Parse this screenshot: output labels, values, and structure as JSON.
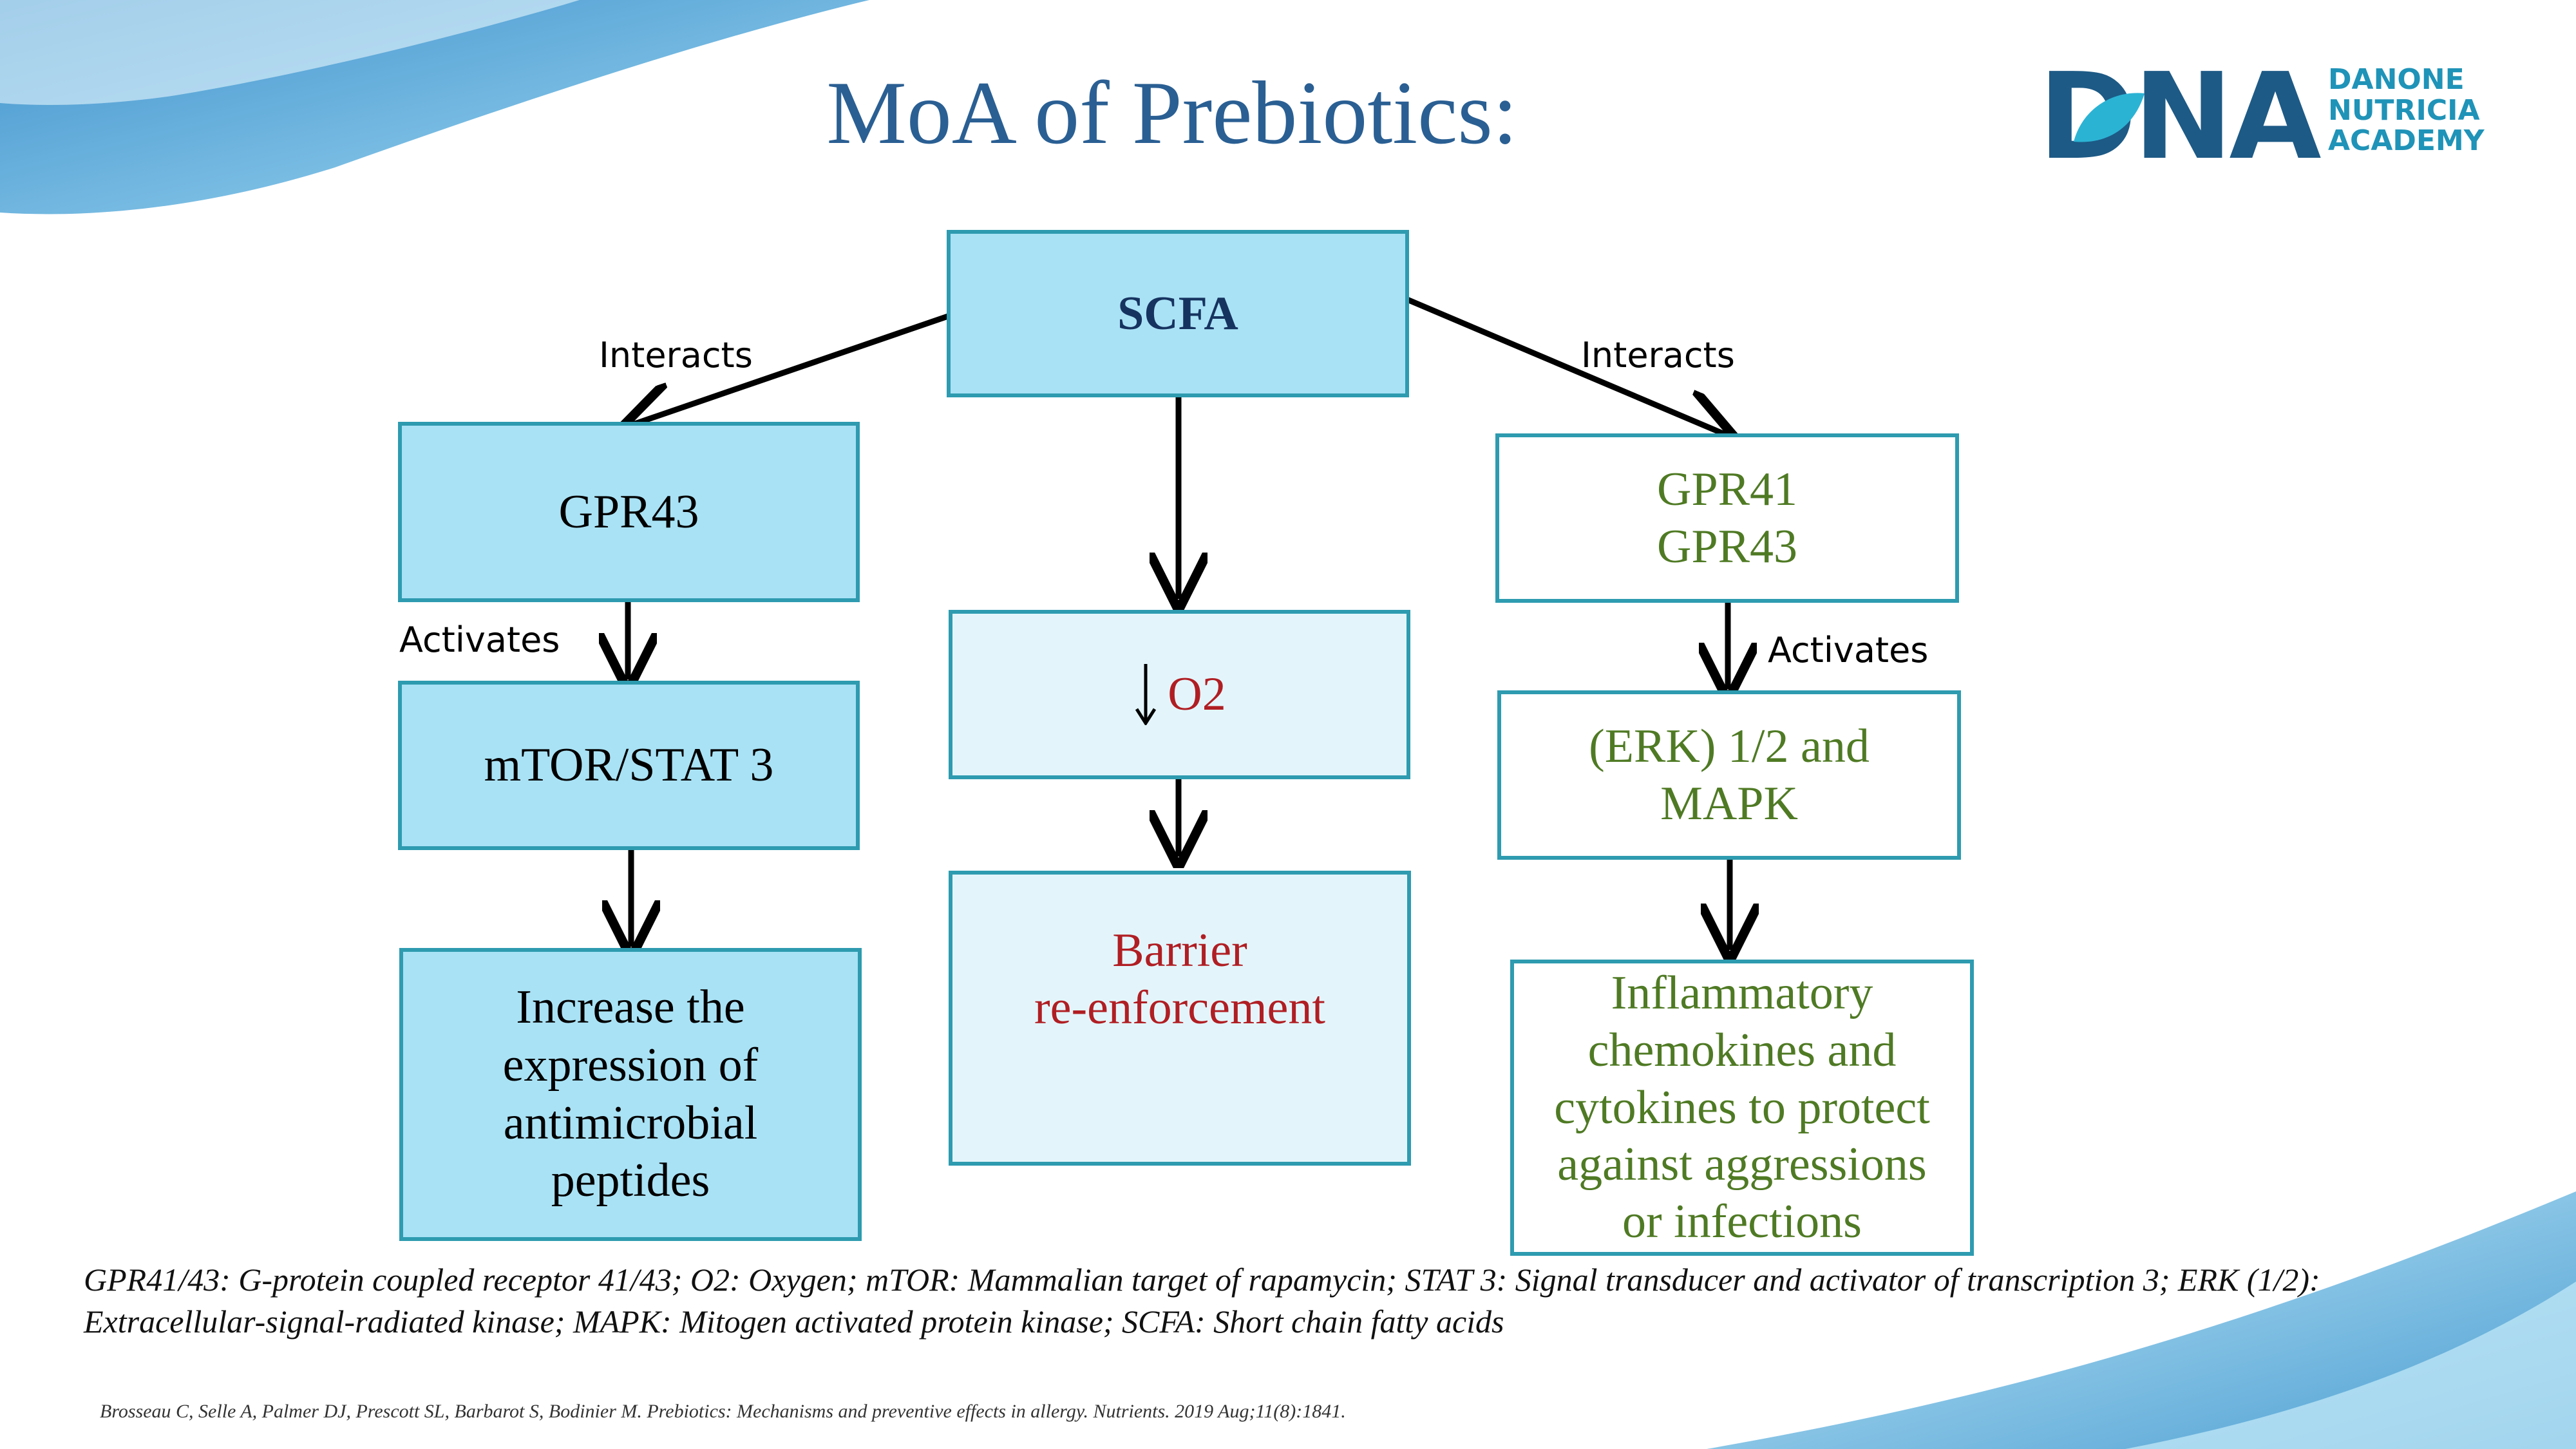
{
  "title": "MoA of Prebiotics:",
  "logo": {
    "mark": "DNA",
    "lines": [
      "DANONE",
      "NUTRICIA",
      "ACADEMY"
    ]
  },
  "nodes": {
    "scfa": "SCFA",
    "gpr43": "GPR43",
    "mtor": "mTOR/STAT 3",
    "antimicrobial": [
      "Increase the",
      "expression of",
      "antimicrobial",
      "peptides"
    ],
    "o2": "O2",
    "barrier": [
      "Barrier",
      "re-enforcement"
    ],
    "gpr41_43": [
      "GPR41",
      "GPR43"
    ],
    "erk": [
      "(ERK) 1/2 and",
      "MAPK"
    ],
    "inflammatory": [
      "Inflammatory",
      "chemokines and",
      "cytokines to protect",
      "against aggressions",
      "or infections"
    ]
  },
  "edge_labels": {
    "interacts_left": "Interacts",
    "interacts_right": "Interacts",
    "activates_left": "Activates",
    "activates_right": "Activates"
  },
  "footnote": {
    "abbreviations": "GPR41/43: G-protein coupled receptor 41/43; O2: Oxygen; mTOR: Mammalian target of rapamycin; STAT 3: Signal transducer and activator of transcription 3; ERK (1/2): Extracellular-signal-radiated kinase; MAPK: Mitogen activated protein kinase; SCFA: Short chain fatty acids",
    "citation": "Brosseau C, Selle A, Palmer DJ, Prescott SL, Barbarot S, Bodinier M. Prebiotics: Mechanisms and preventive effects in allergy. Nutrients. 2019 Aug;11(8):1841."
  },
  "colors": {
    "title": "#2a5f93",
    "box_border": "#2e9bb0",
    "box_fill_blue": "#a9e2f5",
    "box_fill_pale": "#e3f5fb",
    "text_red": "#b01e23",
    "text_green": "#4f7a24",
    "logo_dark": "#1d5a86",
    "logo_light": "#2bb3d4"
  }
}
